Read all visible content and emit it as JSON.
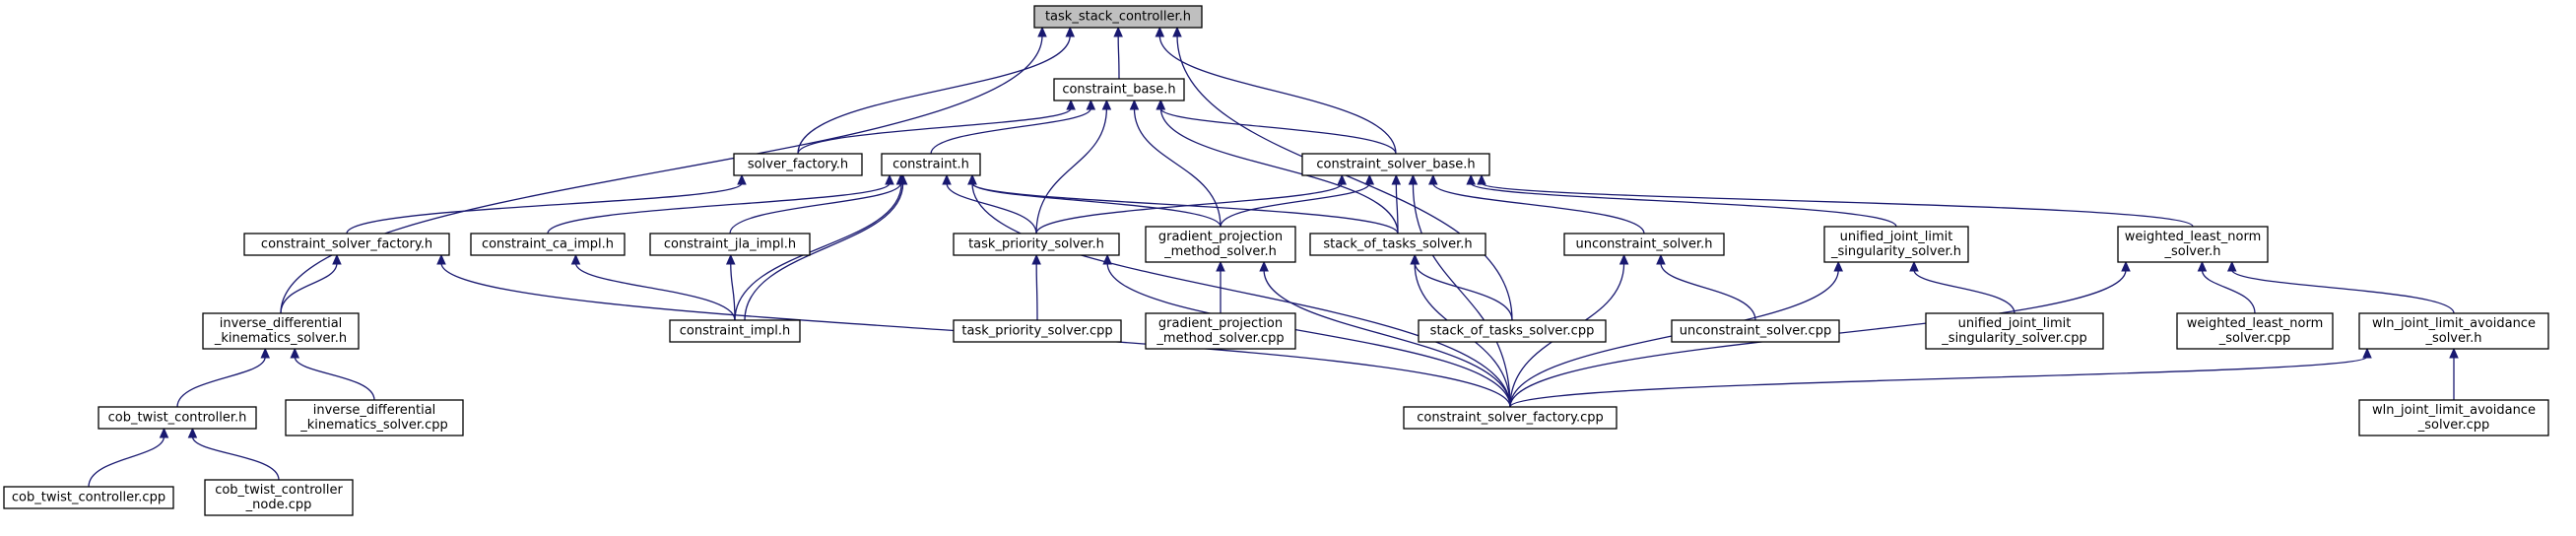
{
  "title": "task_stack_controller.h include dependency graph",
  "colors": {
    "edge": "#191970",
    "root_fill": "#bfbfbf",
    "node_fill": "#ffffff",
    "node_stroke": "#000000"
  },
  "nodes": [
    {
      "id": "tsc",
      "lines": [
        "task_stack_controller.h"
      ],
      "root": true
    },
    {
      "id": "cb",
      "lines": [
        "constraint_base.h"
      ]
    },
    {
      "id": "sf",
      "lines": [
        "solver_factory.h"
      ]
    },
    {
      "id": "c",
      "lines": [
        "constraint.h"
      ]
    },
    {
      "id": "csb",
      "lines": [
        "constraint_solver_base.h"
      ]
    },
    {
      "id": "csf",
      "lines": [
        "constraint_solver_factory.h"
      ]
    },
    {
      "id": "cca",
      "lines": [
        "constraint_ca_impl.h"
      ]
    },
    {
      "id": "cjla",
      "lines": [
        "constraint_jla_impl.h"
      ]
    },
    {
      "id": "tps",
      "lines": [
        "task_priority_solver.h"
      ]
    },
    {
      "id": "gpms",
      "lines": [
        "gradient_projection",
        "_method_solver.h"
      ]
    },
    {
      "id": "sots",
      "lines": [
        "stack_of_tasks_solver.h"
      ]
    },
    {
      "id": "us",
      "lines": [
        "unconstraint_solver.h"
      ]
    },
    {
      "id": "ujls",
      "lines": [
        "unified_joint_limit",
        "_singularity_solver.h"
      ]
    },
    {
      "id": "wlns",
      "lines": [
        "weighted_least_norm",
        "_solver.h"
      ]
    },
    {
      "id": "idks",
      "lines": [
        "inverse_differential",
        "_kinematics_solver.h"
      ]
    },
    {
      "id": "ci",
      "lines": [
        "constraint_impl.h"
      ]
    },
    {
      "id": "tpscpp",
      "lines": [
        "task_priority_solver.cpp"
      ]
    },
    {
      "id": "gpmscpp",
      "lines": [
        "gradient_projection",
        "_method_solver.cpp"
      ]
    },
    {
      "id": "sotscpp",
      "lines": [
        "stack_of_tasks_solver.cpp"
      ]
    },
    {
      "id": "uscpp",
      "lines": [
        "unconstraint_solver.cpp"
      ]
    },
    {
      "id": "ujlscpp",
      "lines": [
        "unified_joint_limit",
        "_singularity_solver.cpp"
      ]
    },
    {
      "id": "wlnscpp",
      "lines": [
        "weighted_least_norm",
        "_solver.cpp"
      ]
    },
    {
      "id": "wlnjla",
      "lines": [
        "wln_joint_limit_avoidance",
        "_solver.h"
      ]
    },
    {
      "id": "ctc",
      "lines": [
        "cob_twist_controller.h"
      ]
    },
    {
      "id": "idkscpp",
      "lines": [
        "inverse_differential",
        "_kinematics_solver.cpp"
      ]
    },
    {
      "id": "csfcpp",
      "lines": [
        "constraint_solver_factory.cpp"
      ]
    },
    {
      "id": "wlnjlacpp",
      "lines": [
        "wln_joint_limit_avoidance",
        "_solver.cpp"
      ]
    },
    {
      "id": "ctccpp",
      "lines": [
        "cob_twist_controller.cpp"
      ]
    },
    {
      "id": "ctcn",
      "lines": [
        "cob_twist_controller",
        "_node.cpp"
      ]
    }
  ],
  "edges": [
    [
      "cb",
      "tsc"
    ],
    [
      "sf",
      "tsc"
    ],
    [
      "csb",
      "tsc"
    ],
    [
      "idks",
      "tsc"
    ],
    [
      "sotscpp",
      "tsc"
    ],
    [
      "sf",
      "cb"
    ],
    [
      "c",
      "cb"
    ],
    [
      "csb",
      "cb"
    ],
    [
      "tps",
      "cb"
    ],
    [
      "gpms",
      "cb"
    ],
    [
      "sots",
      "cb"
    ],
    [
      "csf",
      "sf"
    ],
    [
      "cca",
      "c"
    ],
    [
      "cjla",
      "c"
    ],
    [
      "tps",
      "c"
    ],
    [
      "gpms",
      "c"
    ],
    [
      "sots",
      "c"
    ],
    [
      "ci",
      "c"
    ],
    [
      "ci",
      "c"
    ],
    [
      "csfcpp",
      "c"
    ],
    [
      "tps",
      "csb"
    ],
    [
      "gpms",
      "csb"
    ],
    [
      "sots",
      "csb"
    ],
    [
      "us",
      "csb"
    ],
    [
      "ujls",
      "csb"
    ],
    [
      "wlns",
      "csb"
    ],
    [
      "csfcpp",
      "csb"
    ],
    [
      "idks",
      "csf"
    ],
    [
      "csfcpp",
      "csf"
    ],
    [
      "ci",
      "cca"
    ],
    [
      "ci",
      "cjla"
    ],
    [
      "tpscpp",
      "tps"
    ],
    [
      "csfcpp",
      "tps"
    ],
    [
      "gpmscpp",
      "gpms"
    ],
    [
      "csfcpp",
      "gpms"
    ],
    [
      "sotscpp",
      "sots"
    ],
    [
      "csfcpp",
      "sots"
    ],
    [
      "uscpp",
      "us"
    ],
    [
      "csfcpp",
      "us"
    ],
    [
      "ujlscpp",
      "ujls"
    ],
    [
      "csfcpp",
      "ujls"
    ],
    [
      "wlnscpp",
      "wlns"
    ],
    [
      "wlnjla",
      "wlns"
    ],
    [
      "csfcpp",
      "wlns"
    ],
    [
      "csfcpp",
      "wlnjla"
    ],
    [
      "wlnjlacpp",
      "wlnjla"
    ],
    [
      "ctc",
      "idks"
    ],
    [
      "idkscpp",
      "idks"
    ],
    [
      "ctccpp",
      "ctc"
    ],
    [
      "ctcn",
      "ctc"
    ]
  ]
}
